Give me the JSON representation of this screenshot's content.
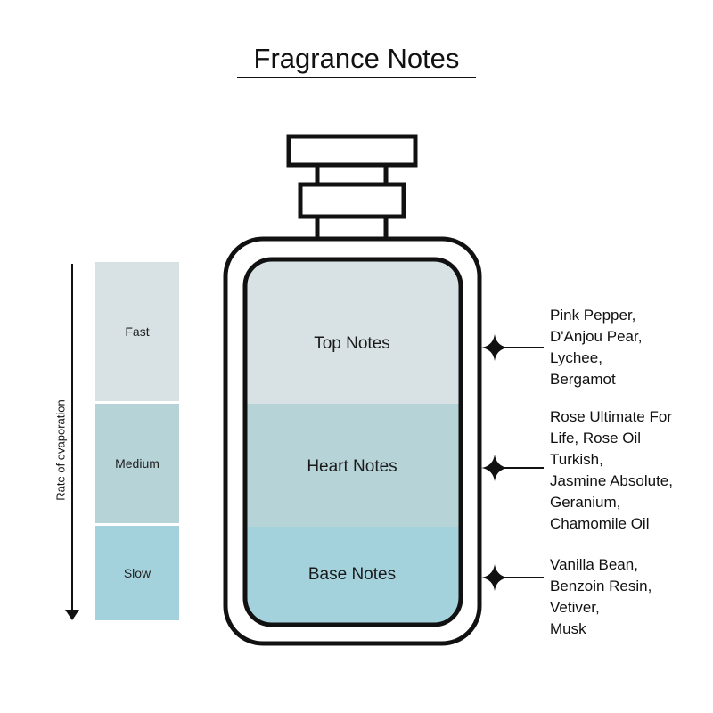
{
  "title": "Fragrance Notes",
  "evaporation": {
    "axis_label": "Rate of evaporation",
    "levels": [
      "Fast",
      "Medium",
      "Slow"
    ]
  },
  "bottle_layers": [
    {
      "label": "Top Notes",
      "color": "#d8e2e5"
    },
    {
      "label": "Heart Notes",
      "color": "#b6d3d8"
    },
    {
      "label": "Base Notes",
      "color": "#a3d2dc"
    }
  ],
  "notes": {
    "top": [
      "Pink Pepper,",
      "D'Anjou Pear,",
      "Lychee,",
      "Bergamot"
    ],
    "heart": [
      "Rose Ultimate For",
      "Life, Rose Oil",
      "Turkish,",
      "Jasmine Absolute,",
      "Geranium,",
      "Chamomile Oil"
    ],
    "base": [
      "Vanilla Bean,",
      "Benzoin Resin,",
      "Vetiver,",
      "Musk"
    ]
  },
  "icons": {
    "cap": "bottle-cap-icon",
    "sparkle": "sparkle-icon"
  }
}
